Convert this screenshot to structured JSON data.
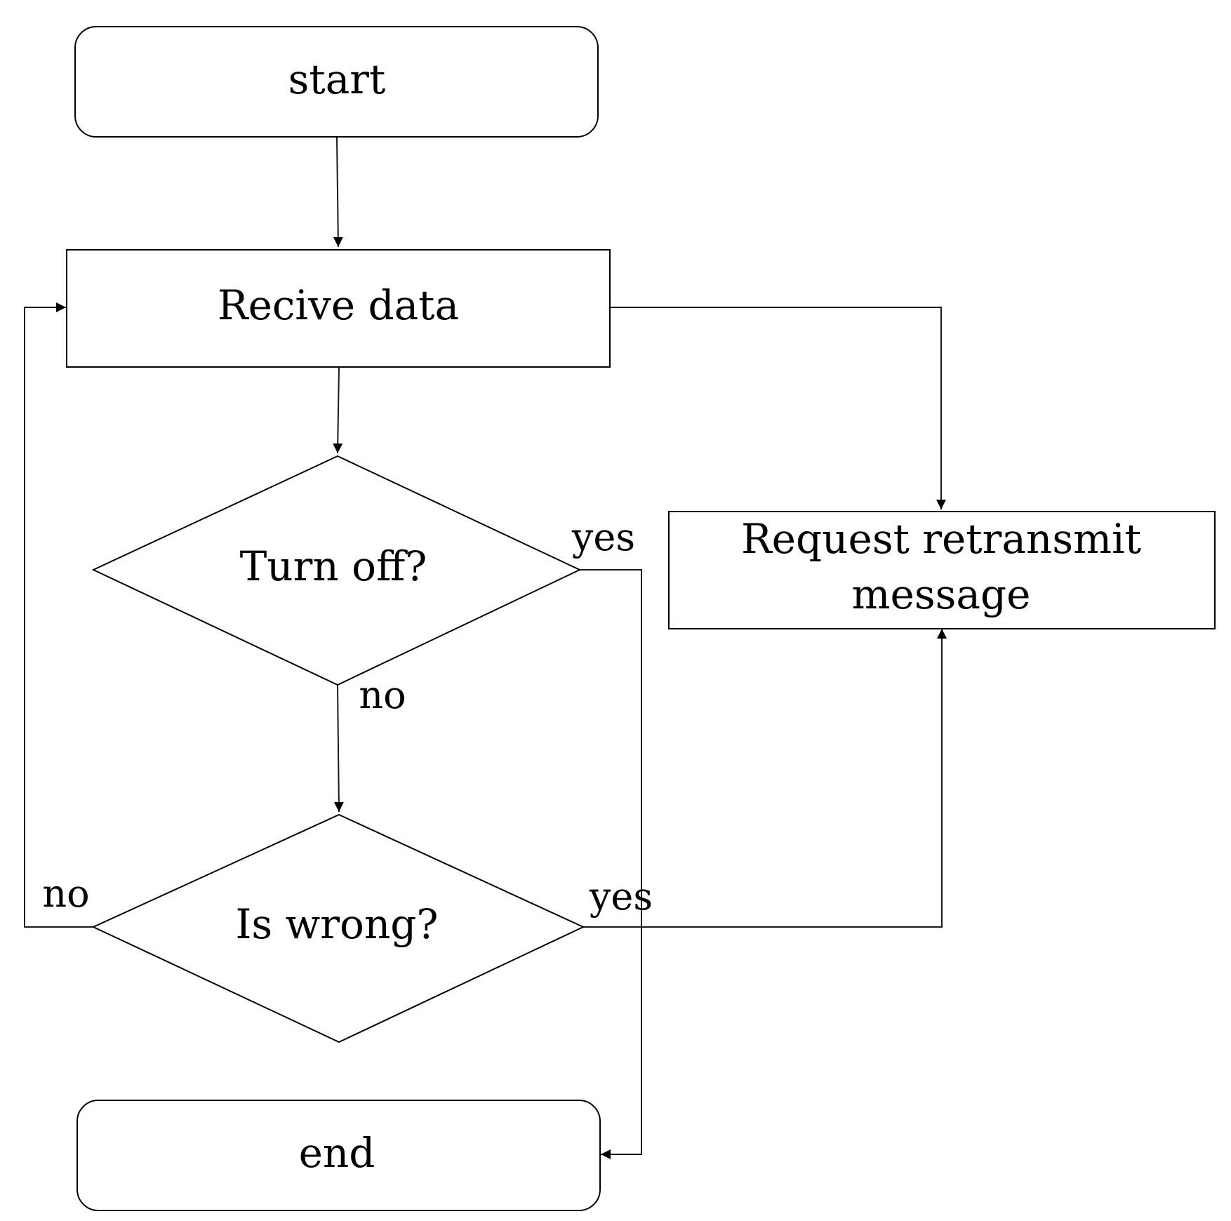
{
  "nodes": {
    "start": {
      "label": "start",
      "shape": "terminator"
    },
    "receive": {
      "label": "Recive data",
      "shape": "process"
    },
    "turn_off": {
      "label": "Turn off?",
      "shape": "decision"
    },
    "is_wrong": {
      "label": "Is wrong?",
      "shape": "decision"
    },
    "request": {
      "label_line1": "Request retransmit",
      "label_line2": "message",
      "shape": "process"
    },
    "end": {
      "label": "end",
      "shape": "terminator"
    }
  },
  "edges": {
    "start_to_receive": {
      "from": "start",
      "to": "receive",
      "label": ""
    },
    "receive_to_turn_off": {
      "from": "receive",
      "to": "turn_off",
      "label": ""
    },
    "receive_to_request": {
      "from": "receive",
      "to": "request",
      "label": ""
    },
    "turn_off_no": {
      "from": "turn_off",
      "to": "is_wrong",
      "label": "no"
    },
    "turn_off_yes": {
      "from": "turn_off",
      "to": "end",
      "label": "yes"
    },
    "is_wrong_yes": {
      "from": "is_wrong",
      "to": "request",
      "label": "yes"
    },
    "is_wrong_no": {
      "from": "is_wrong",
      "to": "receive",
      "label": "no"
    }
  },
  "colors": {
    "stroke": "#000000",
    "background": "#ffffff"
  }
}
